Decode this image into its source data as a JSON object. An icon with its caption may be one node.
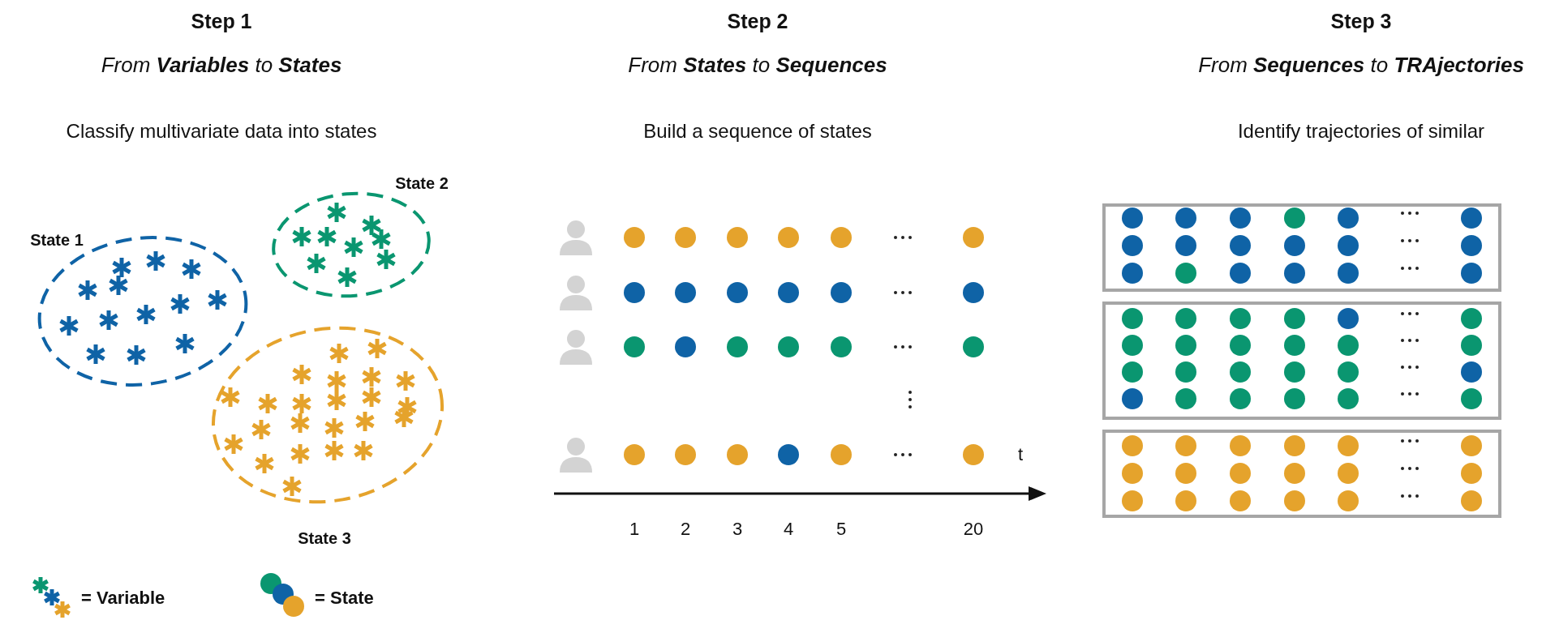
{
  "diagram": {
    "nodes": [
      {
        "text": [
          "State 1"
        ]
      },
      {
        "text": [
          "State 2"
        ]
      },
      {
        "text": [
          "State 3"
        ]
      },
      {
        "text": [],
        "shape": "box"
      },
      {
        "text": [],
        "shape": "box"
      },
      {
        "text": [],
        "shape": "box"
      }
    ],
    "labels": [
      "Step 1",
      "Step 2",
      "Step 3",
      "From **Variables** to **States**",
      "From **States** to **Sequences**",
      "From **Sequences** to **TRAjectories**",
      "Classify multivariate data into states",
      "Build a sequence of states",
      "Identify trajectories of similar",
      "t",
      "1",
      "2",
      "3",
      "4",
      "5",
      "20"
    ],
    "legend": [
      {
        "text": "= Variable"
      },
      {
        "text": "= State"
      }
    ]
  }
}
